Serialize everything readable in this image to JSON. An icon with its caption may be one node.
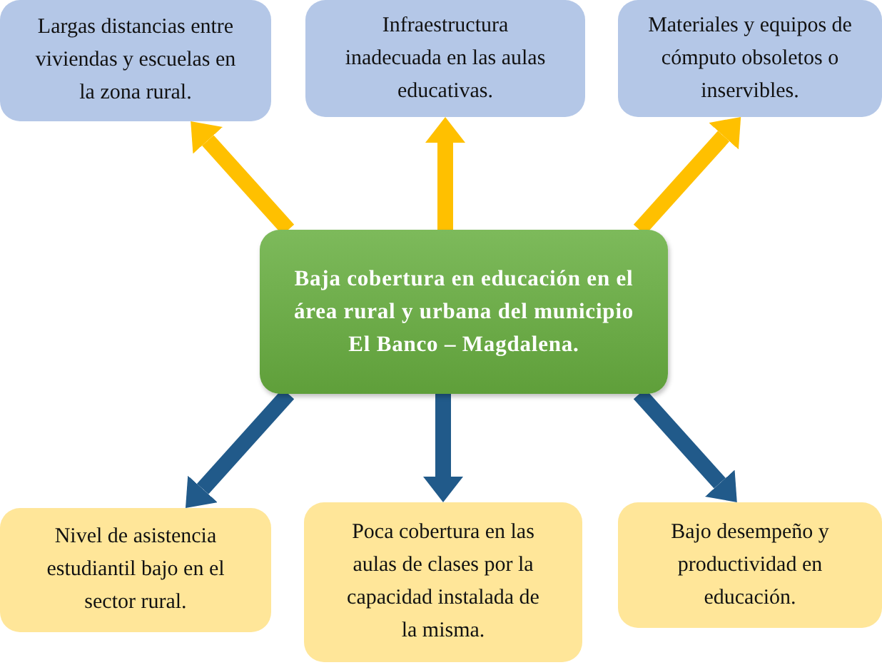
{
  "diagram": {
    "nodes": [
      {
        "text": [
          "Largas distancias entre viviendas y escuelas en la zona rural."
        ]
      },
      {
        "text": [
          "Infraestructura inadecuada en las aulas educativas."
        ]
      },
      {
        "text": [
          "Materiales y equipos de cómputo obsoletos o inservibles."
        ]
      },
      {
        "text": [
          "Baja cobertura en educación en el área rural y urbana del municipio El Banco – Magdalena."
        ]
      },
      {
        "text": [
          "Nivel de asistencia estudiantil bajo en el sector rural."
        ]
      },
      {
        "text": [
          "Poca cobertura en las aulas de clases por la capacidad instalada de la misma."
        ]
      },
      {
        "text": [
          "Bajo desempeño y productividad en educación."
        ]
      }
    ],
    "edges": [
      {
        "from": 3,
        "to": 0,
        "arrow": "to",
        "color": "#ffc000"
      },
      {
        "from": 3,
        "to": 1,
        "arrow": "to",
        "color": "#ffc000"
      },
      {
        "from": 3,
        "to": 2,
        "arrow": "to",
        "color": "#ffc000"
      },
      {
        "from": 3,
        "to": 4,
        "arrow": "to",
        "color": "#215a8a"
      },
      {
        "from": 3,
        "to": 5,
        "arrow": "to",
        "color": "#215a8a"
      },
      {
        "from": 3,
        "to": 6,
        "arrow": "to",
        "color": "#215a8a"
      }
    ]
  }
}
